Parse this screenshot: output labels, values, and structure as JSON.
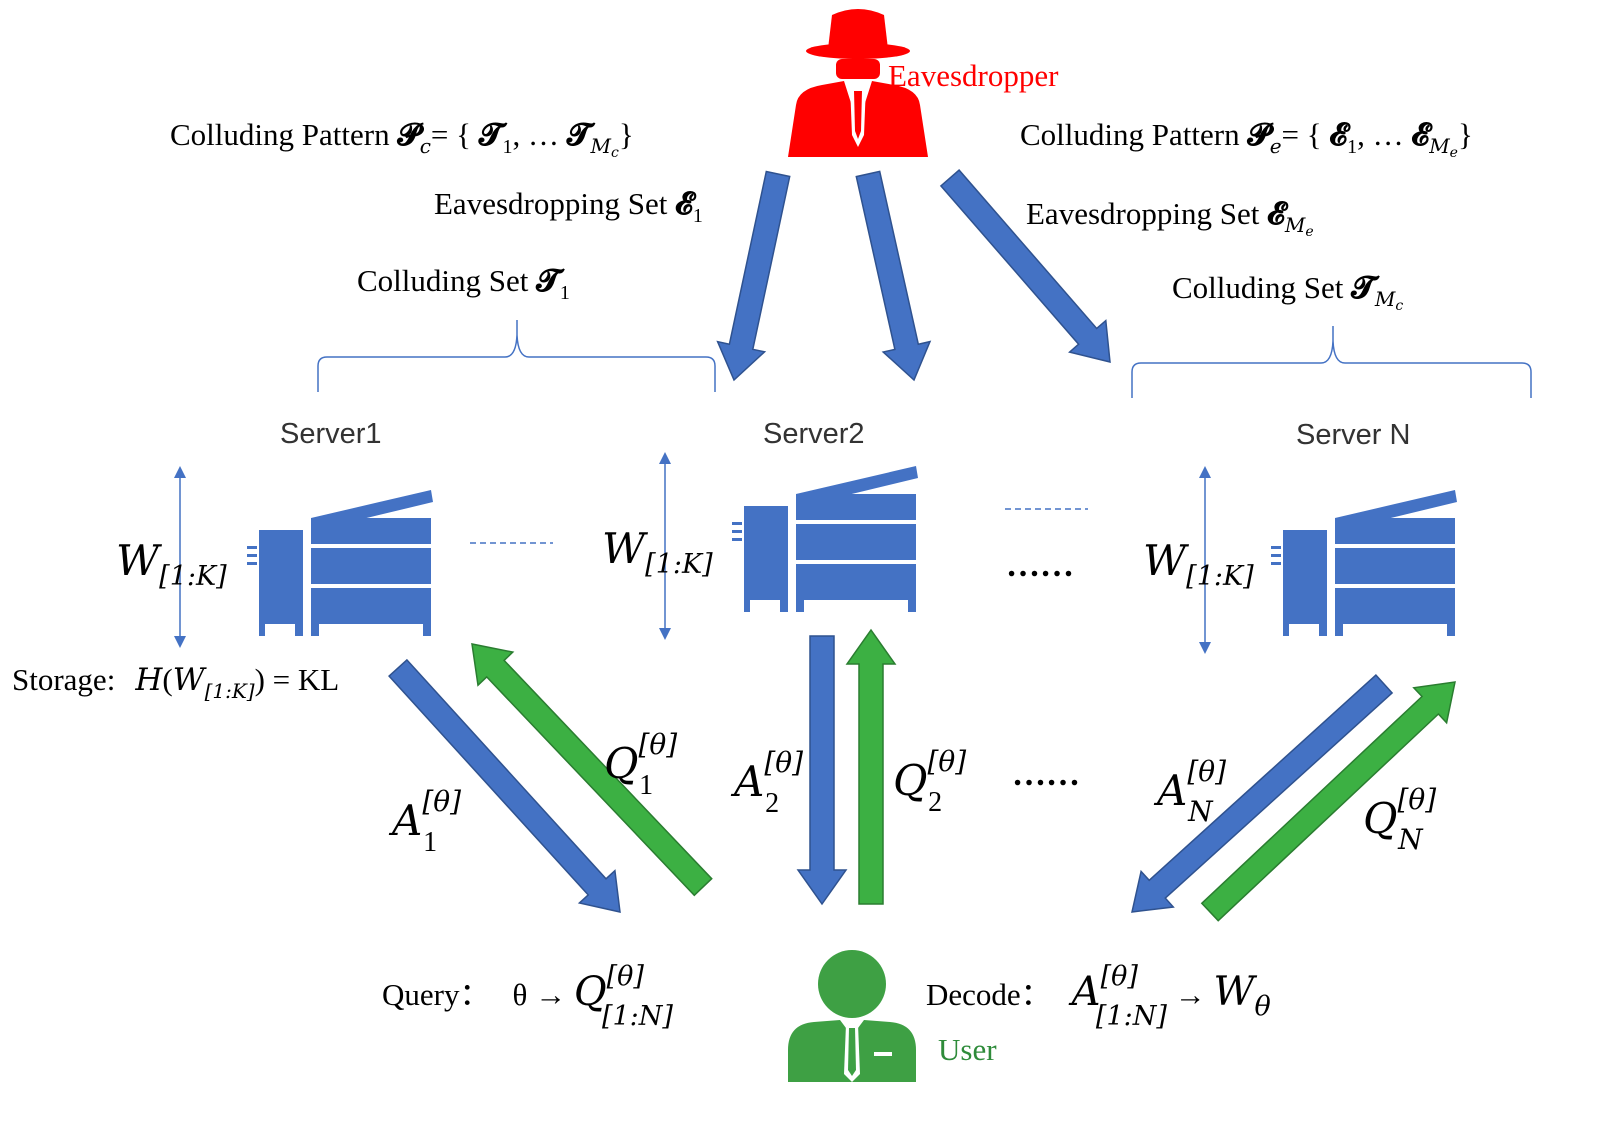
{
  "colors": {
    "eavesdropper": "#ff0000",
    "server": "#4472c4",
    "answer_arrow": "#4472c4",
    "query_arrow": "#3cb043",
    "user": "#3ea044",
    "user_label": "#2e8b3a",
    "brace": "#4472c4"
  },
  "eavesdropper": {
    "label": "Eavesdropper",
    "icon": "spy-icon"
  },
  "user": {
    "label": "User",
    "icon": "user-icon"
  },
  "patterns": {
    "colluding_prefix": "Colluding Pattern ",
    "colluding_sym": "𝓟",
    "colluding_sub": "c",
    "colluding_mid": "= { ",
    "colluding_t": "𝓣",
    "colluding_i1": "1",
    "colluding_dots": ", … ",
    "colluding_sub_m": "M",
    "colluding_sub_mc": "c",
    "colluding_end": "}",
    "eaves_prefix": "Colluding Pattern ",
    "eaves_sym": "𝓟",
    "eaves_sub": "e",
    "eaves_mid": "= { ",
    "eaves_e": "𝓔",
    "eaves_i1": "1",
    "eaves_dots": ", … ",
    "eaves_sub_m": "M",
    "eaves_sub_me": "e",
    "eaves_end": "}"
  },
  "sets": {
    "eaves1_prefix": "Eavesdropping Set ",
    "eaves1_sym": "𝓔",
    "eaves1_sub": "1",
    "eavesM_prefix": "Eavesdropping Set ",
    "eavesM_sym": "𝓔",
    "eavesM_sub": "M",
    "eavesM_subsub": "e",
    "coll1_prefix": "Colluding Set ",
    "coll1_sym": "𝓣",
    "coll1_sub": "1",
    "collM_prefix": "Colluding Set ",
    "collM_sym": "𝓣",
    "collM_sub": "M",
    "collM_subsub": "c"
  },
  "servers": [
    {
      "name": "Server1",
      "icon": "server-icon"
    },
    {
      "name": "Server2",
      "icon": "server-icon"
    },
    {
      "name": "Server N",
      "icon": "server-icon"
    }
  ],
  "storage_symbol": {
    "W": "W",
    "sub": "[1:K]"
  },
  "storage": {
    "label": "Storage:",
    "H": "H",
    "open": "(",
    "W": "W",
    "sub": "[1:K]",
    "close": ")",
    "eq": " = KL"
  },
  "ellipsis": "……",
  "answers": [
    {
      "base": "A",
      "sup": "[θ]",
      "sub": "1"
    },
    {
      "base": "A",
      "sup": "[θ]",
      "sub": "2"
    },
    {
      "base": "A",
      "sup": "[θ]",
      "sub": "N"
    }
  ],
  "queries": [
    {
      "base": "Q",
      "sup": "[θ]",
      "sub": "1"
    },
    {
      "base": "Q",
      "sup": "[θ]",
      "sub": "2"
    },
    {
      "base": "Q",
      "sup": "[θ]",
      "sub": "N"
    }
  ],
  "query": {
    "label": "Query：",
    "theta": "θ",
    "arrow": " → ",
    "base": "Q",
    "sup": "[θ]",
    "sub": "[1:N]"
  },
  "decode": {
    "label": "Decode：",
    "base": "A",
    "sup": "[θ]",
    "sub": "[1:N]",
    "arrow": " → ",
    "W": "W",
    "Wsub": "θ"
  }
}
